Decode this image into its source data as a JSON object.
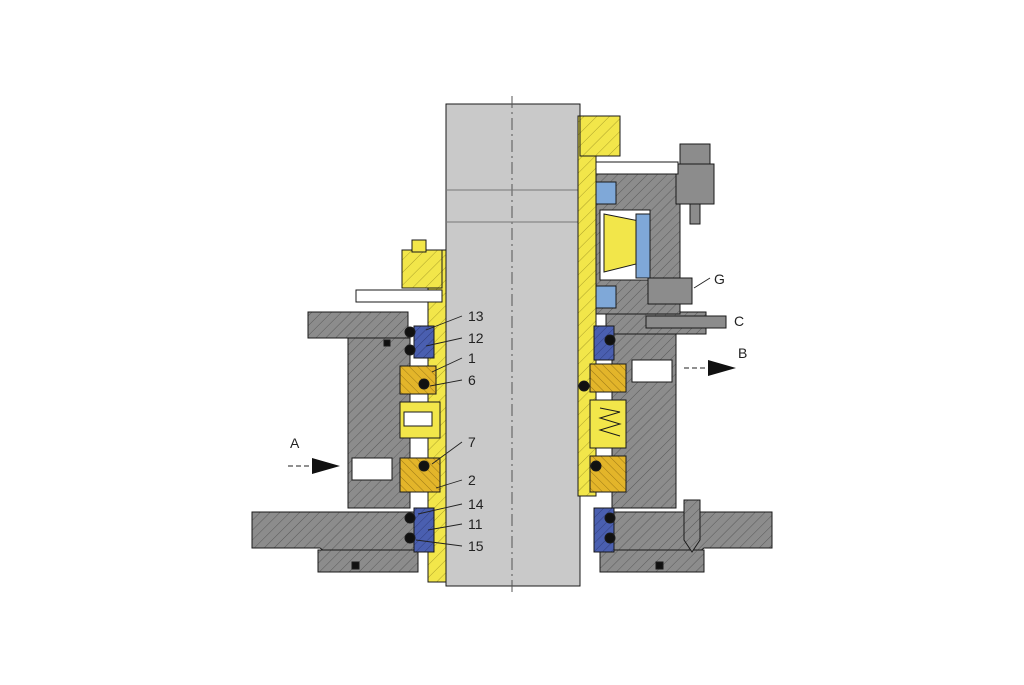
{
  "diagram": {
    "callouts": [
      {
        "id": "13",
        "text": "13"
      },
      {
        "id": "12",
        "text": "12"
      },
      {
        "id": "1",
        "text": "1"
      },
      {
        "id": "6",
        "text": "6"
      },
      {
        "id": "7",
        "text": "7"
      },
      {
        "id": "2",
        "text": "2"
      },
      {
        "id": "14",
        "text": "14"
      },
      {
        "id": "11",
        "text": "11"
      },
      {
        "id": "15",
        "text": "15"
      }
    ],
    "ports": [
      {
        "id": "A",
        "text": "A",
        "direction": "in"
      },
      {
        "id": "B",
        "text": "B",
        "direction": "out"
      },
      {
        "id": "C",
        "text": "C"
      },
      {
        "id": "G",
        "text": "G"
      }
    ],
    "colors": {
      "housing": "#8c8c8c",
      "housing_dark": "#6e6e6e",
      "shaft": "#c9c9c9",
      "sleeve": "#f2e64a",
      "gold": "#e3b52a",
      "blue": "#4a5fb0",
      "light_blue": "#7fa8d8",
      "oring": "#111111",
      "line": "#1a1a1a"
    }
  }
}
